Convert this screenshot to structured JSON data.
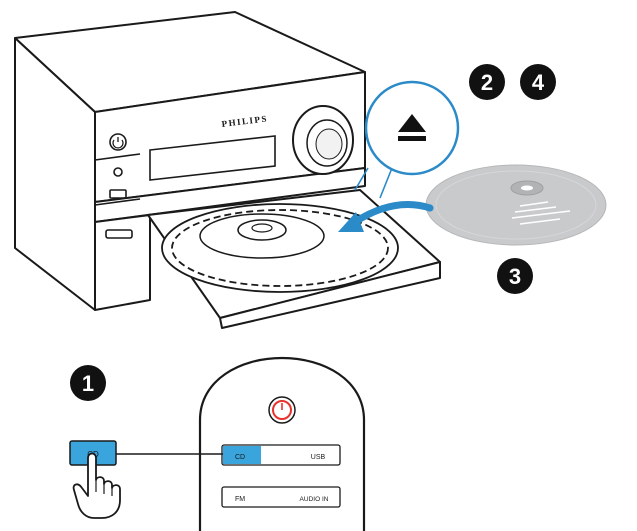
{
  "brand": "PHILIPS",
  "steps": {
    "one": "1",
    "two": "2",
    "three": "3",
    "four": "4"
  },
  "remote": {
    "cd": "CD",
    "usb": "USB",
    "fm": "FM",
    "audio_in": "AUDIO IN"
  },
  "callout_button": {
    "label": "CD"
  },
  "icons": {
    "eject": "eject-icon",
    "power": "power-icon",
    "hand": "pointing-hand-icon",
    "arrow": "curved-arrow-icon",
    "disc": "cd-disc-icon"
  },
  "colors": {
    "line": "#1a1a1a",
    "step_badge": "#111111",
    "power_red": "#e8332d",
    "cd_highlight": "#3aa4dc",
    "callout_blue": "#2b8ac8",
    "disc_gray": "#c9cacc",
    "arrow_blue": "#2b8ac8"
  }
}
